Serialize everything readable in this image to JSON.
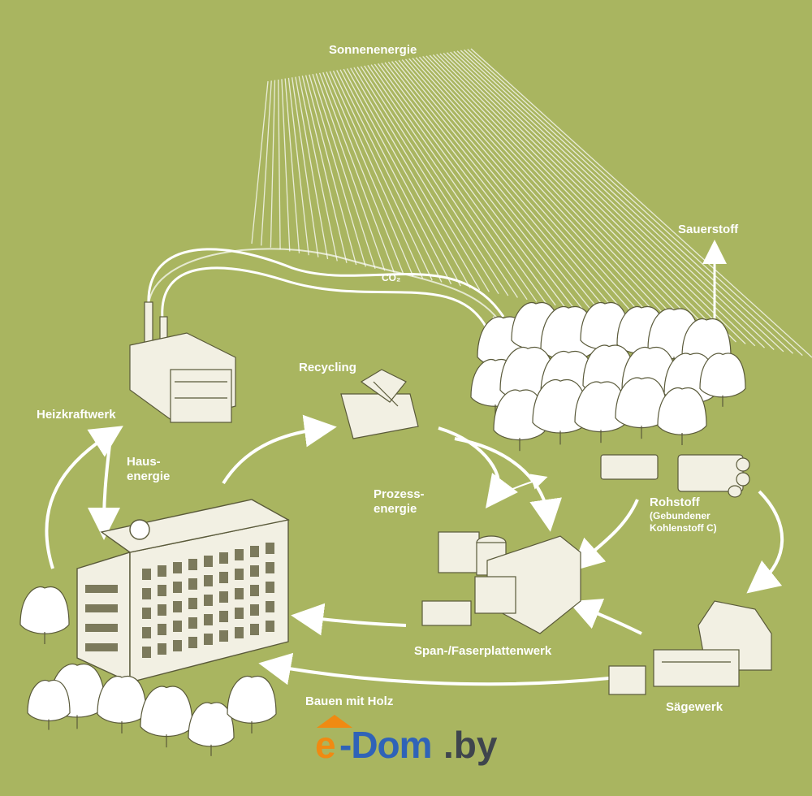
{
  "labels": {
    "sun": "Sonnenenergie",
    "co2": "CO₂",
    "oxygen": "Sauerstoff",
    "power_plant": "Heizkraftwerk",
    "house_energy_line1": "Haus-",
    "house_energy_line2": "energie",
    "recycling": "Recycling",
    "process_energy_line1": "Prozess-",
    "process_energy_line2": "energie",
    "raw_material": "Rohstoff",
    "raw_material_note_line1": "(Gebundener",
    "raw_material_note_line2": "Kohlenstoff C)",
    "board_plant": "Span-/Faserplattenwerk",
    "building": "Bauen mit Holz",
    "sawmill": "Sägewerk"
  },
  "logo": {
    "e": "e",
    "dom": "-Dom",
    "domain": ".by"
  },
  "colors": {
    "background": "#a9b560",
    "lines": "#ffffff",
    "ink": "#5a5a3a",
    "logo_orange": "#f08a12",
    "logo_blue": "#2f63b8",
    "logo_gray": "#3f454d"
  }
}
